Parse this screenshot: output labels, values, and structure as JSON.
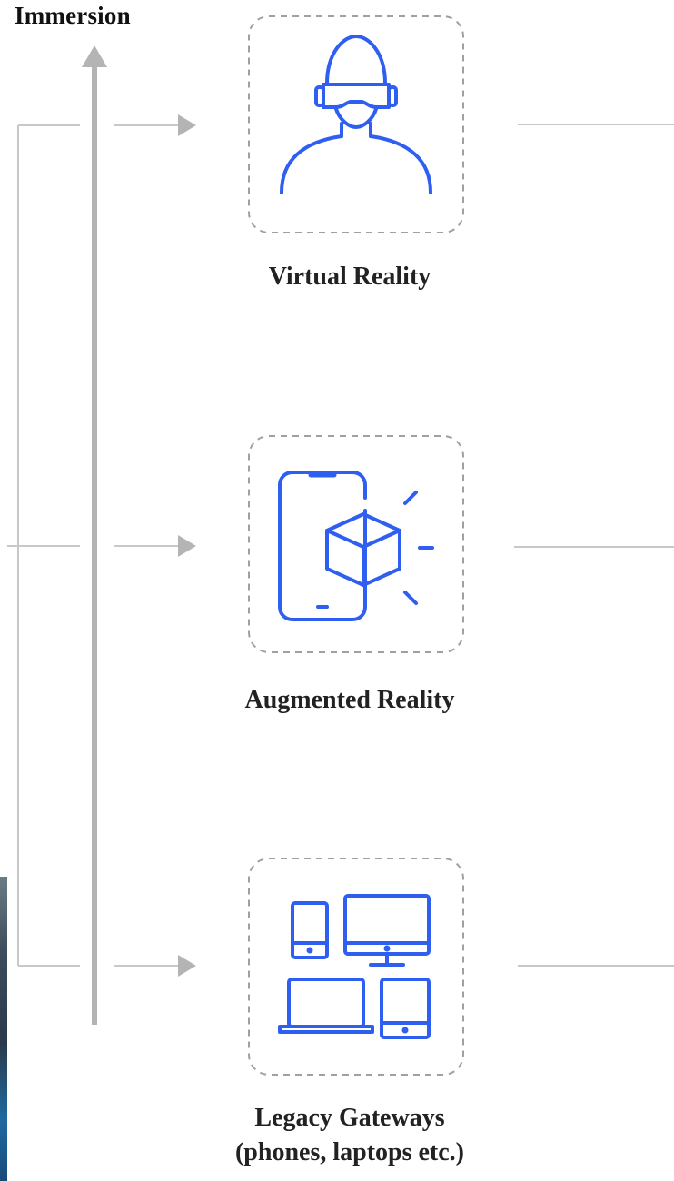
{
  "axis": {
    "title": "Immersion"
  },
  "tiers": [
    {
      "label_lines": [
        "Virtual Reality"
      ],
      "icon": "vr-headset-person-icon"
    },
    {
      "label_lines": [
        "Augmented Reality"
      ],
      "icon": "ar-phone-cube-icon"
    },
    {
      "label_lines": [
        "Legacy Gateways",
        "(phones, laptops etc.)"
      ],
      "icon": "devices-icon"
    }
  ],
  "colors": {
    "icon_blue": "#2f5ff0",
    "axis_gray": "#b4b4b4",
    "line_gray": "#c8c8c8",
    "dash_gray": "#a0a0a0",
    "text": "#222222"
  }
}
